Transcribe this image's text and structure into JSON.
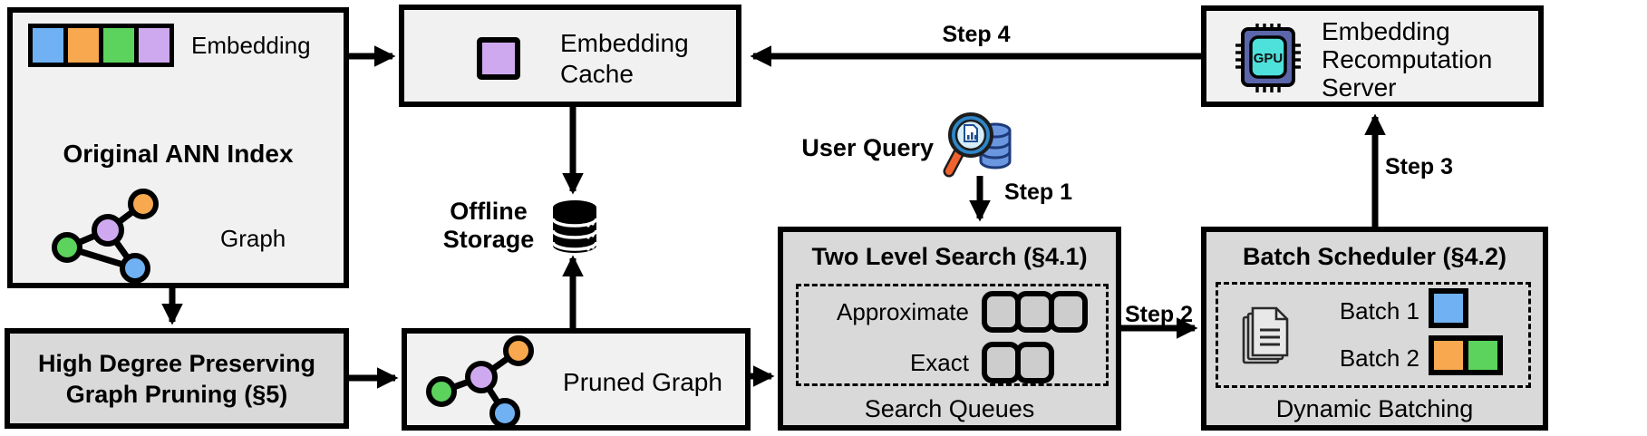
{
  "colors": {
    "blue": "#6fb1f2",
    "orange": "#f8a84e",
    "green": "#5cd35c",
    "purple": "#cfa9f0",
    "box-light": "#f1f1f1",
    "box-dark": "#d9d9d9",
    "queue-fill": "#cdcdcd",
    "gpu-chip": "#5b66ab",
    "gpu-core": "#4ee0da",
    "query-db": "#6b96e0",
    "query-db-dark": "#1d3b7a",
    "query-ring": "#2e86c8",
    "query-lens": "#d6edfa",
    "query-handle": "#f0622d"
  },
  "nodes": {
    "original_ann_index": {
      "title": "Original ANN Index",
      "embedding_label": "Embedding",
      "embedding_cells": [
        "blue",
        "orange",
        "green",
        "purple"
      ],
      "graph_label": "Graph"
    },
    "embedding_cache": {
      "label": "Embedding Cache",
      "cached_color": "purple"
    },
    "recomputation_server": {
      "label": "Embedding Recomputation Server",
      "gpu_icon_text": "GPU"
    },
    "offline_storage": {
      "label": "Offline Storage"
    },
    "high_degree_pruning": {
      "label": "High Degree Preserving Graph Pruning (§5)"
    },
    "pruned_graph": {
      "label": "Pruned Graph"
    },
    "two_level_search": {
      "title": "Two Level Search (§4.1)",
      "rows": [
        {
          "label": "Approximate",
          "slots": 3
        },
        {
          "label": "Exact",
          "slots": 2
        }
      ],
      "caption": "Search Queues"
    },
    "batch_scheduler": {
      "title": "Batch Scheduler (§4.2)",
      "batches": [
        {
          "label": "Batch 1",
          "colors": [
            "blue"
          ]
        },
        {
          "label": "Batch 2",
          "colors": [
            "orange",
            "green"
          ]
        }
      ],
      "caption": "Dynamic Batching"
    },
    "user_query": {
      "label": "User Query"
    }
  },
  "steps": [
    {
      "label": "Step 1"
    },
    {
      "label": "Step 2"
    },
    {
      "label": "Step 3"
    },
    {
      "label": "Step 4"
    }
  ]
}
